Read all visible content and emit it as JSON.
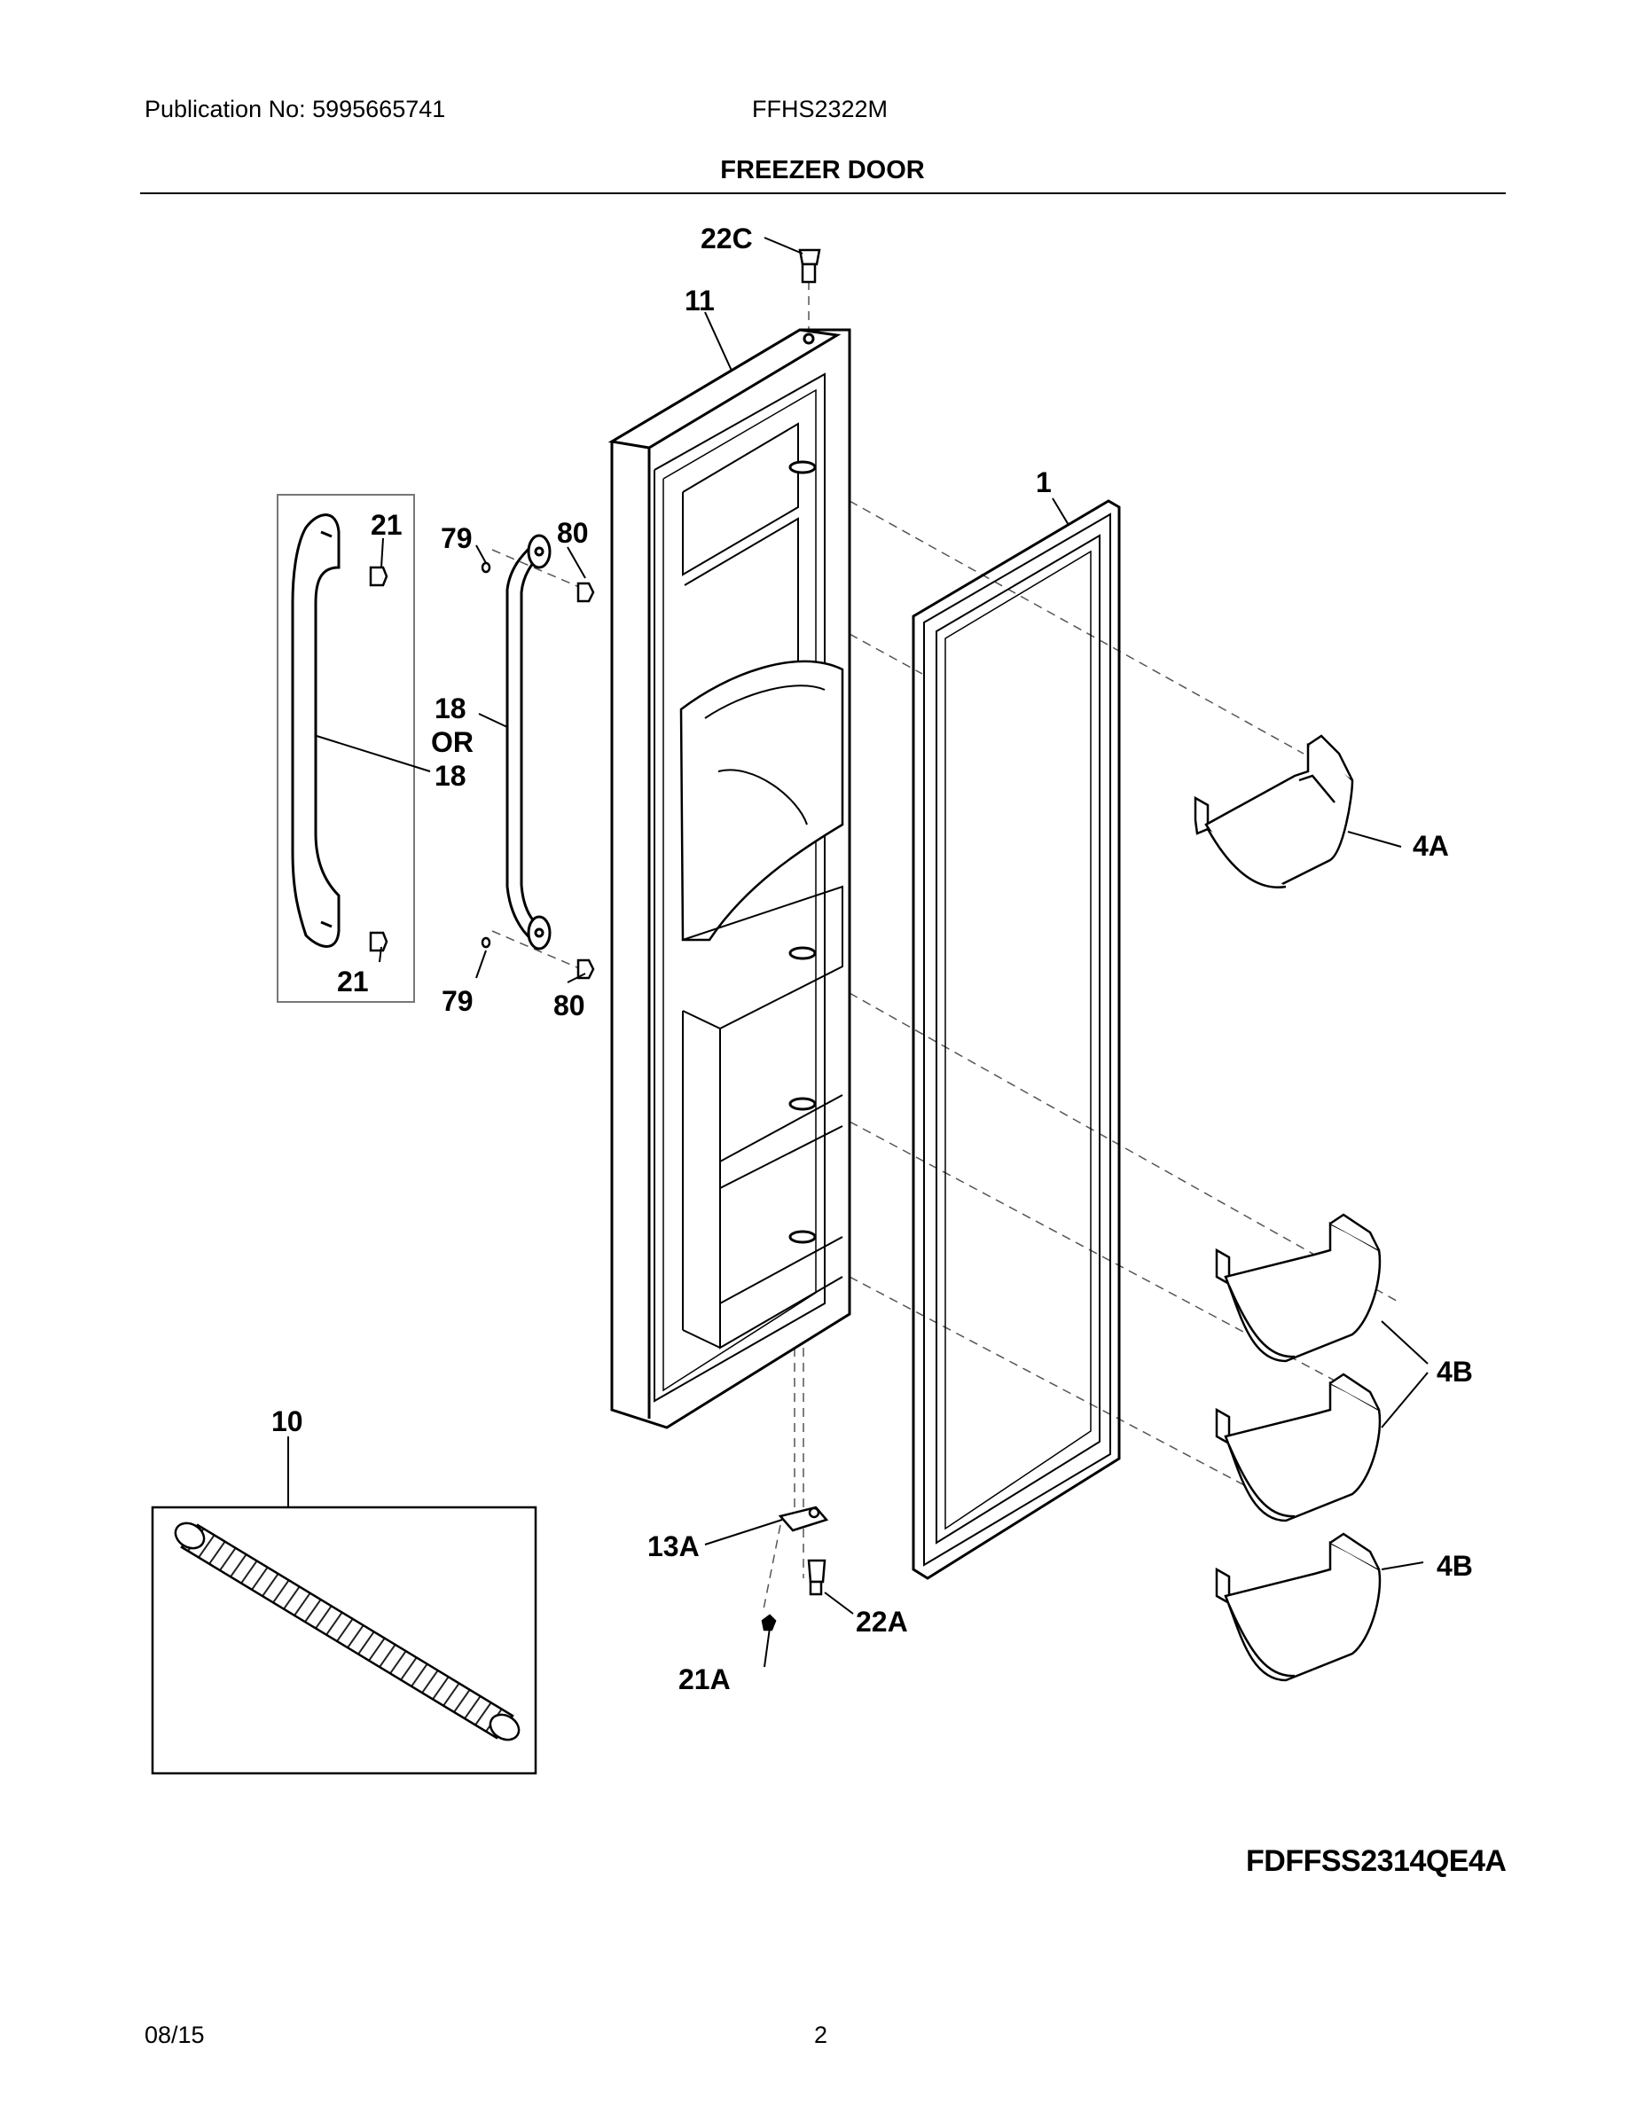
{
  "header": {
    "publication": "Publication No: 5995665741",
    "model": "FFHS2322M",
    "title": "FREEZER DOOR"
  },
  "diagram": {
    "callouts": {
      "c22C": "22C",
      "c11": "11",
      "c1": "1",
      "c21_top": "21",
      "c79_top": "79",
      "c80_top": "80",
      "c18a": "18",
      "cOR": "OR",
      "c18b": "18",
      "c4A": "4A",
      "c21_bot": "21",
      "c79_bot": "79",
      "c80_bot": "80",
      "c4B_top": "4B",
      "c4B_bot": "4B",
      "c10": "10",
      "c13A": "13A",
      "c22A": "22A",
      "c21A": "21A"
    },
    "figure_code": "FDFFSS2314QE4A"
  },
  "footer": {
    "date": "08/15",
    "page": "2"
  }
}
